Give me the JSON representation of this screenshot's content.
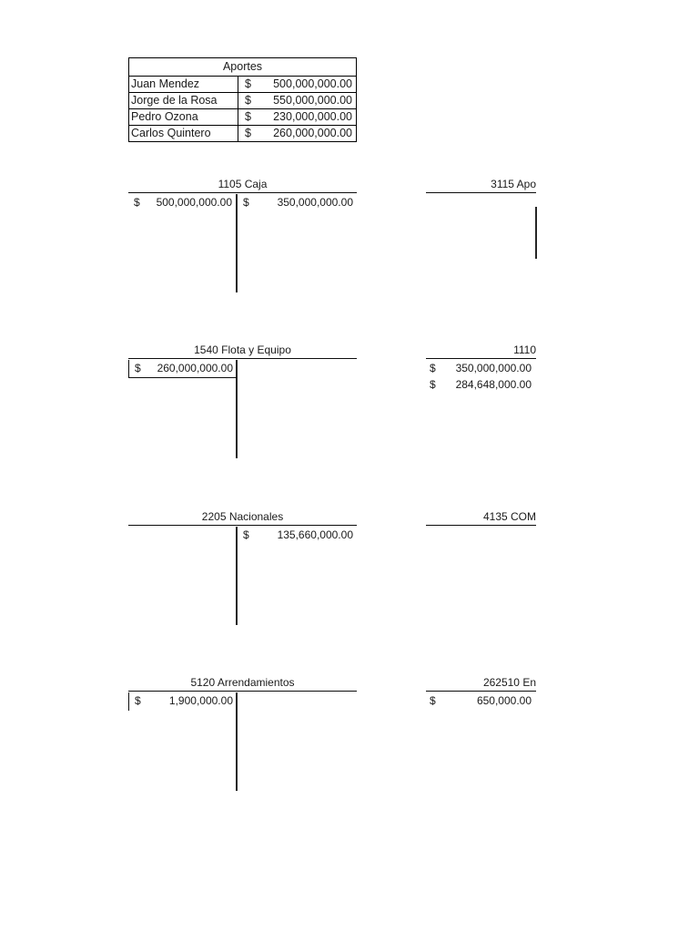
{
  "page": {
    "background": "#ffffff",
    "ink": "#1a1a1a"
  },
  "aportes_table": {
    "title": "Aportes",
    "rows": [
      {
        "name": "Juan Mendez",
        "currency": "$",
        "amount": "500,000,000.00"
      },
      {
        "name": "Jorge de la Rosa",
        "currency": "$",
        "amount": "550,000,000.00"
      },
      {
        "name": "Pedro Ozona",
        "currency": "$",
        "amount": "230,000,000.00"
      },
      {
        "name": "Carlos Quintero",
        "currency": "$",
        "amount": "260,000,000.00"
      }
    ]
  },
  "accounts": {
    "a1105": {
      "title": "1105 Caja",
      "debit_currency": "$",
      "debit_amount": "500,000,000.00",
      "credit_currency": "$",
      "credit_amount": "350,000,000.00"
    },
    "a3115": {
      "title": "3115 Apo"
    },
    "a1540": {
      "title": "1540 Flota y Equipo",
      "debit_currency": "$",
      "debit_amount": "260,000,000.00"
    },
    "a1110": {
      "title": "1110",
      "entries": [
        {
          "currency": "$",
          "amount": "350,000,000.00"
        },
        {
          "currency": "$",
          "amount": "284,648,000.00"
        }
      ]
    },
    "a2205": {
      "title": "2205 Nacionales",
      "credit_currency": "$",
      "credit_amount": "135,660,000.00"
    },
    "a4135": {
      "title": "4135 COM"
    },
    "a5120": {
      "title": "5120 Arrendamientos",
      "debit_currency": "$",
      "debit_amount": "1,900,000.00"
    },
    "a262510": {
      "title": "262510 En",
      "debit_currency": "$",
      "debit_amount": "650,000.00"
    }
  }
}
